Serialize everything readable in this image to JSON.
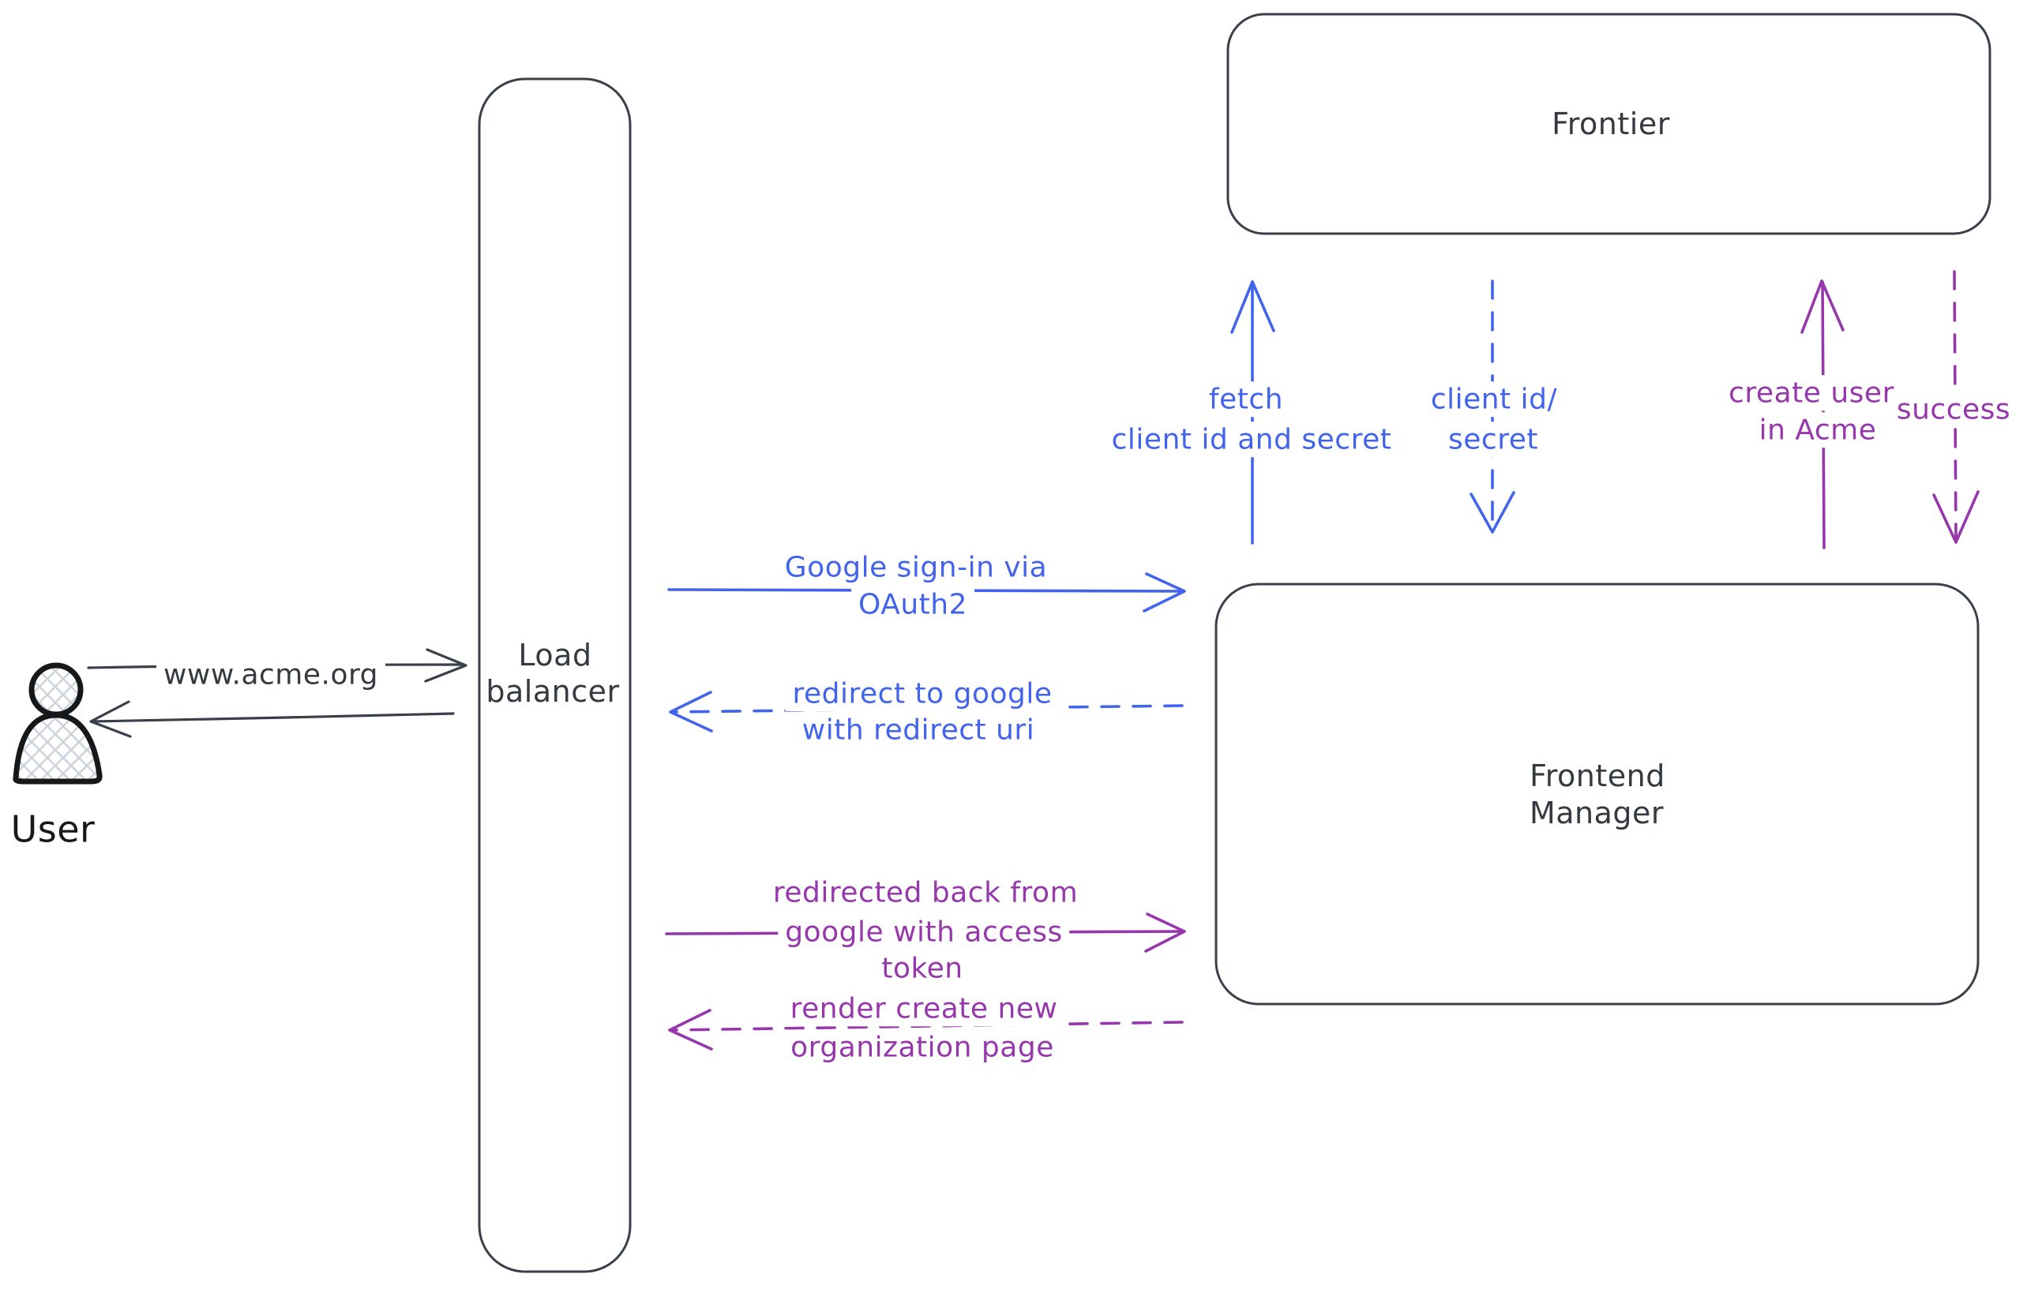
{
  "colors": {
    "dark_stroke": "#39404a",
    "dark_text": "#343a40",
    "blue": "#4263eb",
    "purple": "#9637ab",
    "figure_outline": "#16181a",
    "hatch": "#ccd3da",
    "background": "#ffffff"
  },
  "nodes": {
    "user": {
      "label": "User"
    },
    "load_balancer": {
      "line1": "Load",
      "line2": "balancer"
    },
    "frontier": {
      "label": "Frontier"
    },
    "frontend_manager": {
      "line1": "Frontend",
      "line2": "Manager"
    }
  },
  "arrows": {
    "acme_request": {
      "label": "www.acme.org",
      "style": "solid",
      "color": "dark",
      "direction": "right",
      "from": "user",
      "to": "load_balancer"
    },
    "acme_response": {
      "style": "solid",
      "color": "dark",
      "direction": "left",
      "from": "load_balancer",
      "to": "user"
    },
    "google_signin": {
      "line1": "Google sign-in via",
      "line2": "OAuth2",
      "style": "solid",
      "color": "blue",
      "direction": "right",
      "from": "load_balancer",
      "to": "frontend_manager"
    },
    "redirect_google": {
      "line1": "redirect to google",
      "line2": "with redirect uri",
      "style": "dashed",
      "color": "blue",
      "direction": "left",
      "from": "frontend_manager",
      "to": "load_balancer"
    },
    "fetch_credentials": {
      "line1": "fetch",
      "line2": "client id and secret",
      "style": "solid",
      "color": "blue",
      "direction": "up",
      "from": "frontend_manager",
      "to": "frontier"
    },
    "credentials_response": {
      "line1": "client id/",
      "line2": "secret",
      "style": "dashed",
      "color": "blue",
      "direction": "down",
      "from": "frontier",
      "to": "frontend_manager"
    },
    "create_user": {
      "line1": "create user",
      "line2": "in Acme",
      "style": "solid",
      "color": "purple",
      "direction": "up",
      "from": "frontend_manager",
      "to": "frontier"
    },
    "create_user_success": {
      "label": "success",
      "style": "dashed",
      "color": "purple",
      "direction": "down",
      "from": "frontier",
      "to": "frontend_manager"
    },
    "redirected_back": {
      "line1": "redirected back from",
      "line2": "google with access",
      "line3": "token",
      "style": "solid",
      "color": "purple",
      "direction": "right",
      "from": "load_balancer",
      "to": "frontend_manager"
    },
    "render_org_page": {
      "line1": "render create new",
      "line2": "organization page",
      "style": "dashed",
      "color": "purple",
      "direction": "left",
      "from": "frontend_manager",
      "to": "load_balancer"
    }
  }
}
